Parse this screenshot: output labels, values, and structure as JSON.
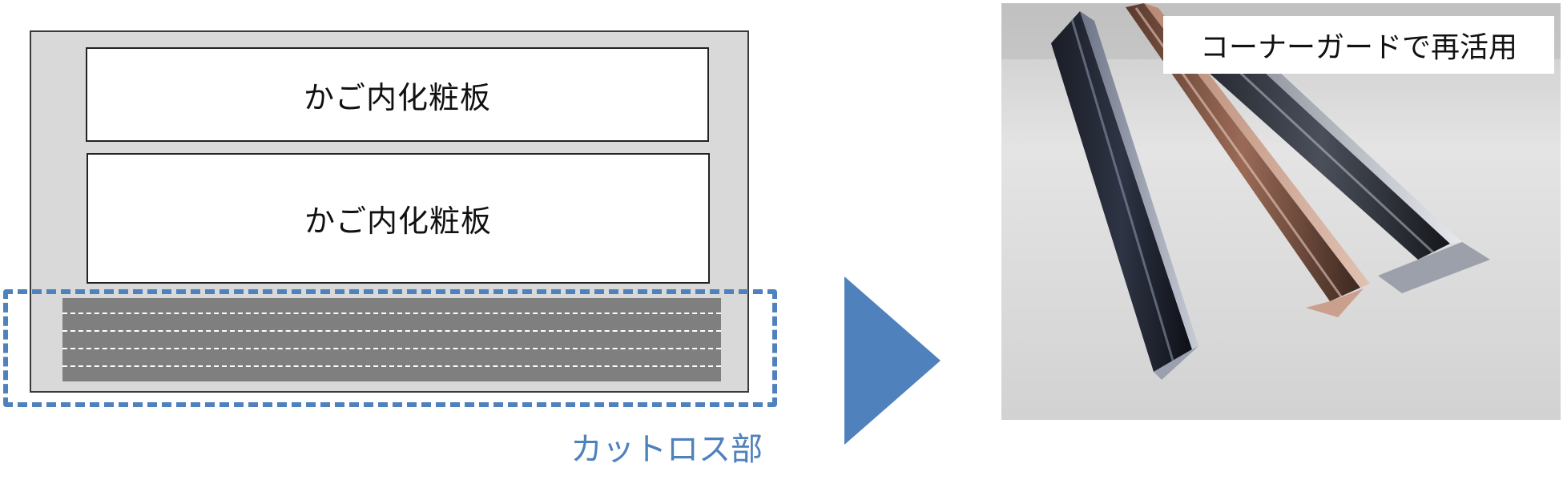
{
  "diagram": {
    "panels": [
      {
        "label": "かご内化粧板"
      },
      {
        "label": "かご内化粧板"
      }
    ],
    "loss_label": "カットロス部",
    "photo_caption": "コーナーガードで再活用",
    "colors": {
      "sheet": "#d9d9d9",
      "strip": "#7f7f7f",
      "accent_blue": "#4f81bd"
    }
  }
}
